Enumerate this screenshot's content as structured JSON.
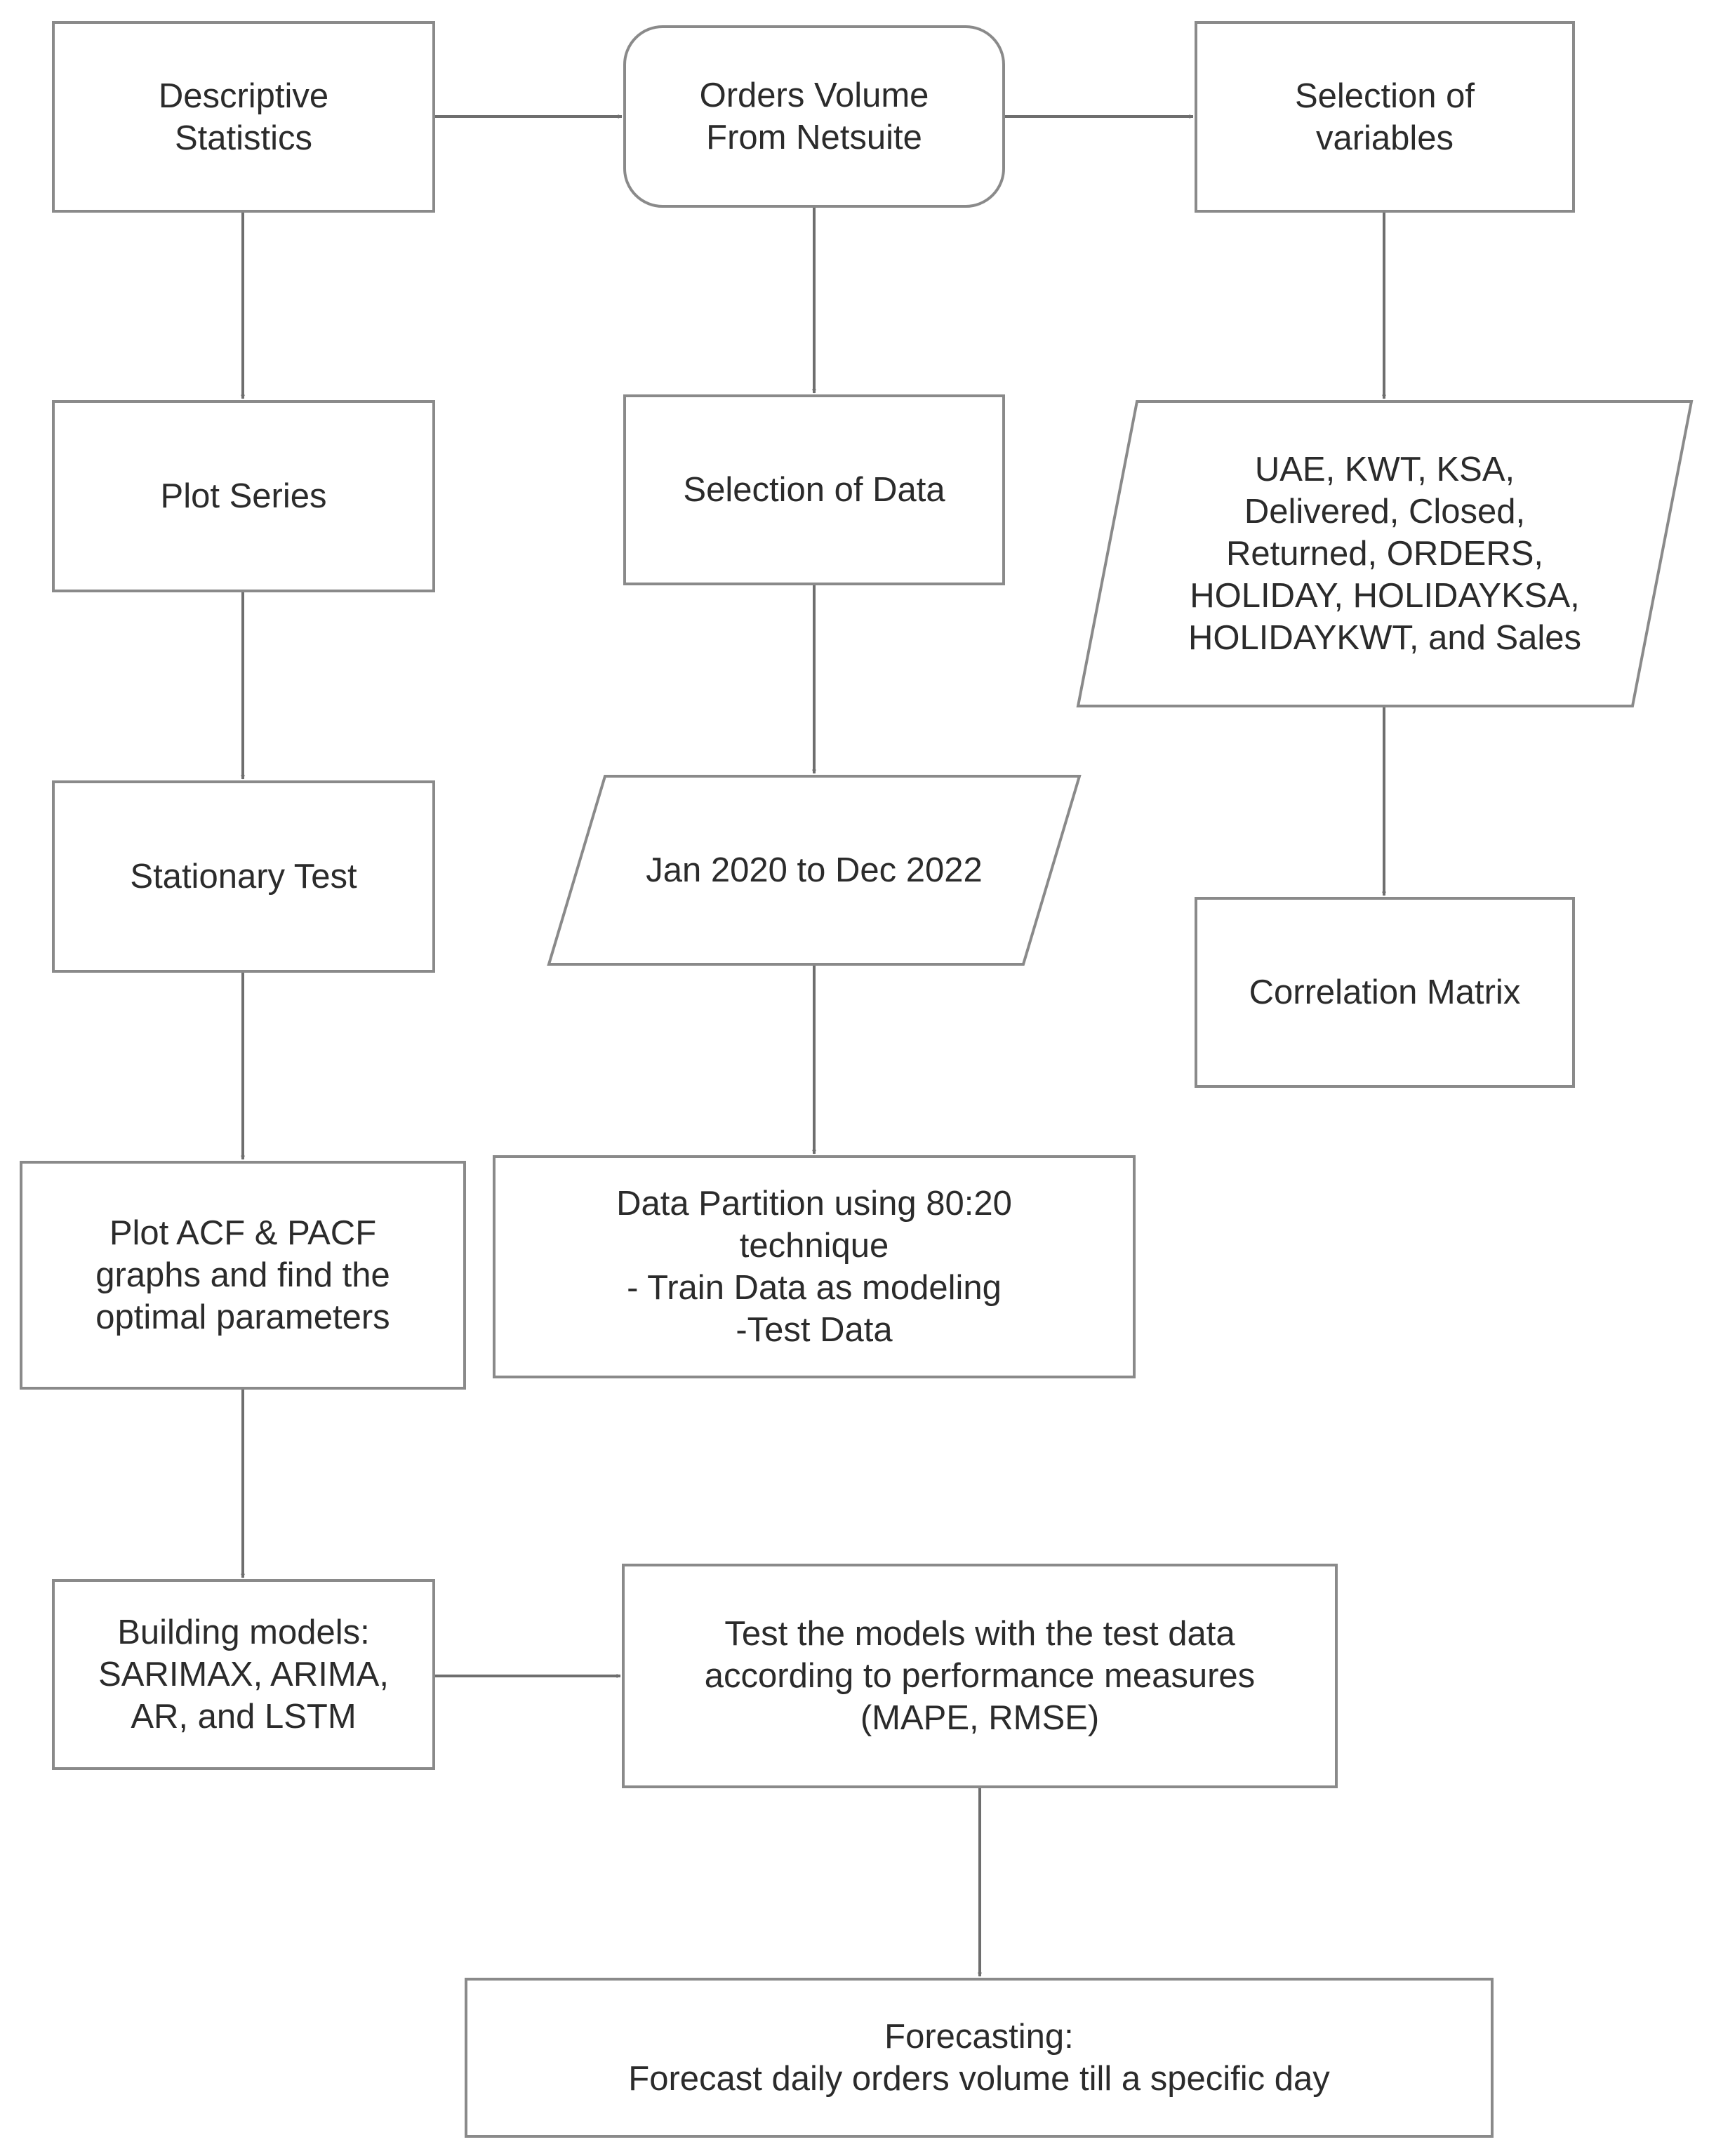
{
  "diagram": {
    "nodes": {
      "descriptive_statistics": "Descriptive\nStatistics",
      "orders_volume": "Orders Volume\nFrom Netsuite",
      "selection_of_variables": "Selection of\nvariables",
      "plot_series": "Plot Series",
      "selection_of_data": "Selection of Data",
      "variables_list": "UAE, KWT, KSA,\nDelivered, Closed,\nReturned, ORDERS,\nHOLIDAY, HOLIDAYKSA,\nHOLIDAYKWT, and Sales",
      "stationary_test": "Stationary Test",
      "date_range": "Jan 2020 to Dec 2022",
      "correlation_matrix": "Correlation Matrix",
      "acf_pacf": "Plot ACF & PACF\ngraphs and find the\noptimal parameters",
      "data_partition": "Data Partition using 80:20\ntechnique\n- Train Data as modeling\n-Test Data",
      "building_models": "Building models:\nSARIMAX, ARIMA,\nAR, and LSTM",
      "test_models": "Test the models with the test data\naccording to performance measures\n(MAPE, RMSE)",
      "forecasting": "Forecasting:\nForecast daily orders volume till a specific day"
    },
    "colors": {
      "border": "#8a8a8a",
      "text": "#2b2b2b",
      "arrow": "#6e6e6e",
      "background": "#ffffff"
    }
  }
}
